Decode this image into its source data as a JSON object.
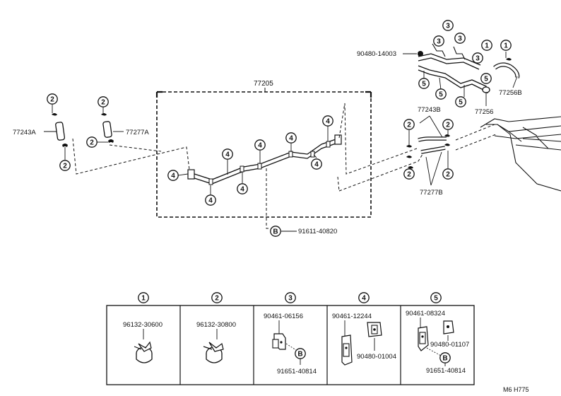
{
  "colors": {
    "ink": "#111111",
    "paper": "#ffffff"
  },
  "main_assembly": {
    "part_no": "77205"
  },
  "parts": {
    "left_hose": "77243A",
    "left_hose_2": "77277A",
    "bolt": "91611-40820",
    "bolt_symbol": "B",
    "top_bolt": "90480-14003",
    "right_hose": "77256B",
    "bracket_pipe": "77256",
    "hose_upper": "77243B",
    "hose_lower": "77277B"
  },
  "callouts": {
    "c1": "1",
    "c2": "2",
    "c3": "3",
    "c4": "4",
    "c5": "5",
    "b": "B"
  },
  "legend": [
    {
      "num": "1",
      "parts": [
        "96132-30600"
      ]
    },
    {
      "num": "2",
      "parts": [
        "96132-30800"
      ]
    },
    {
      "num": "3",
      "parts": [
        "90461-06156",
        "91651-40814"
      ],
      "symbol": "B"
    },
    {
      "num": "4",
      "parts": [
        "90461-12244",
        "90480-01004"
      ]
    },
    {
      "num": "5",
      "parts": [
        "90461-08324",
        "90480-01107",
        "91651-40814"
      ],
      "symbol": "B"
    }
  ],
  "page_code": "M6 H775"
}
